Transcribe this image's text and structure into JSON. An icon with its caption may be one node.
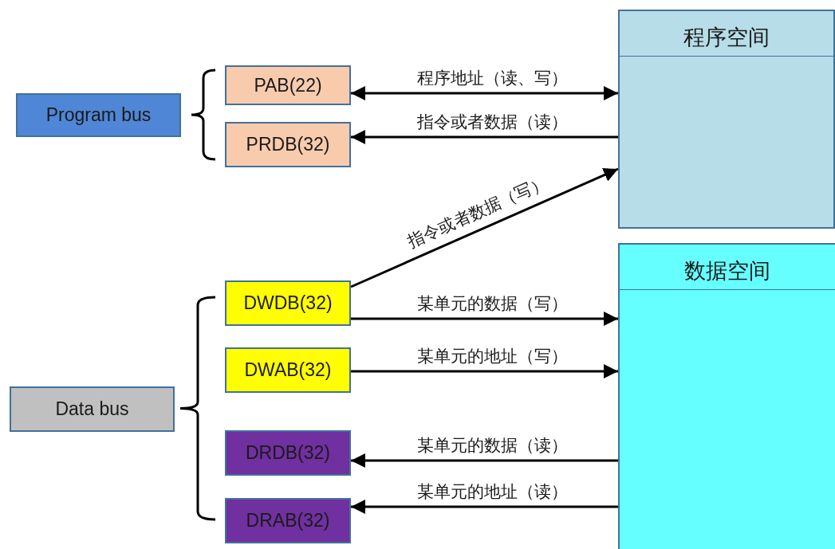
{
  "diagram": {
    "nodes": [
      {
        "text": [
          "Program bus"
        ]
      },
      {
        "text": [
          "PAB(22)"
        ]
      },
      {
        "text": [
          "PRDB(32)"
        ]
      },
      {
        "text": [
          "程序空间"
        ]
      },
      {
        "text": [
          "Data bus"
        ]
      },
      {
        "text": [
          "DWDB(32)"
        ]
      },
      {
        "text": [
          "DWAB(32)"
        ]
      },
      {
        "text": [
          "DRDB(32)"
        ]
      },
      {
        "text": [
          "DRAB(32)"
        ]
      },
      {
        "text": [
          "数据空间"
        ]
      }
    ],
    "edges": [
      {
        "from": 1,
        "to": 3,
        "arrow": "both",
        "label": "程序地址（读、写）"
      },
      {
        "from": 3,
        "to": 2,
        "arrow": "to",
        "label": "指令或者数据（读）"
      },
      {
        "from": 5,
        "to": 3,
        "arrow": "to",
        "label": "指令或者数据（写）"
      },
      {
        "from": 5,
        "to": 9,
        "arrow": "to",
        "label": "某单元的数据（写）"
      },
      {
        "from": 6,
        "to": 9,
        "arrow": "to",
        "label": "某单元的地址（写）"
      },
      {
        "from": 9,
        "to": 7,
        "arrow": "to",
        "label": "某单元的数据（读）"
      },
      {
        "from": 9,
        "to": 8,
        "arrow": "to",
        "label": "某单元的地址（读）"
      }
    ]
  }
}
